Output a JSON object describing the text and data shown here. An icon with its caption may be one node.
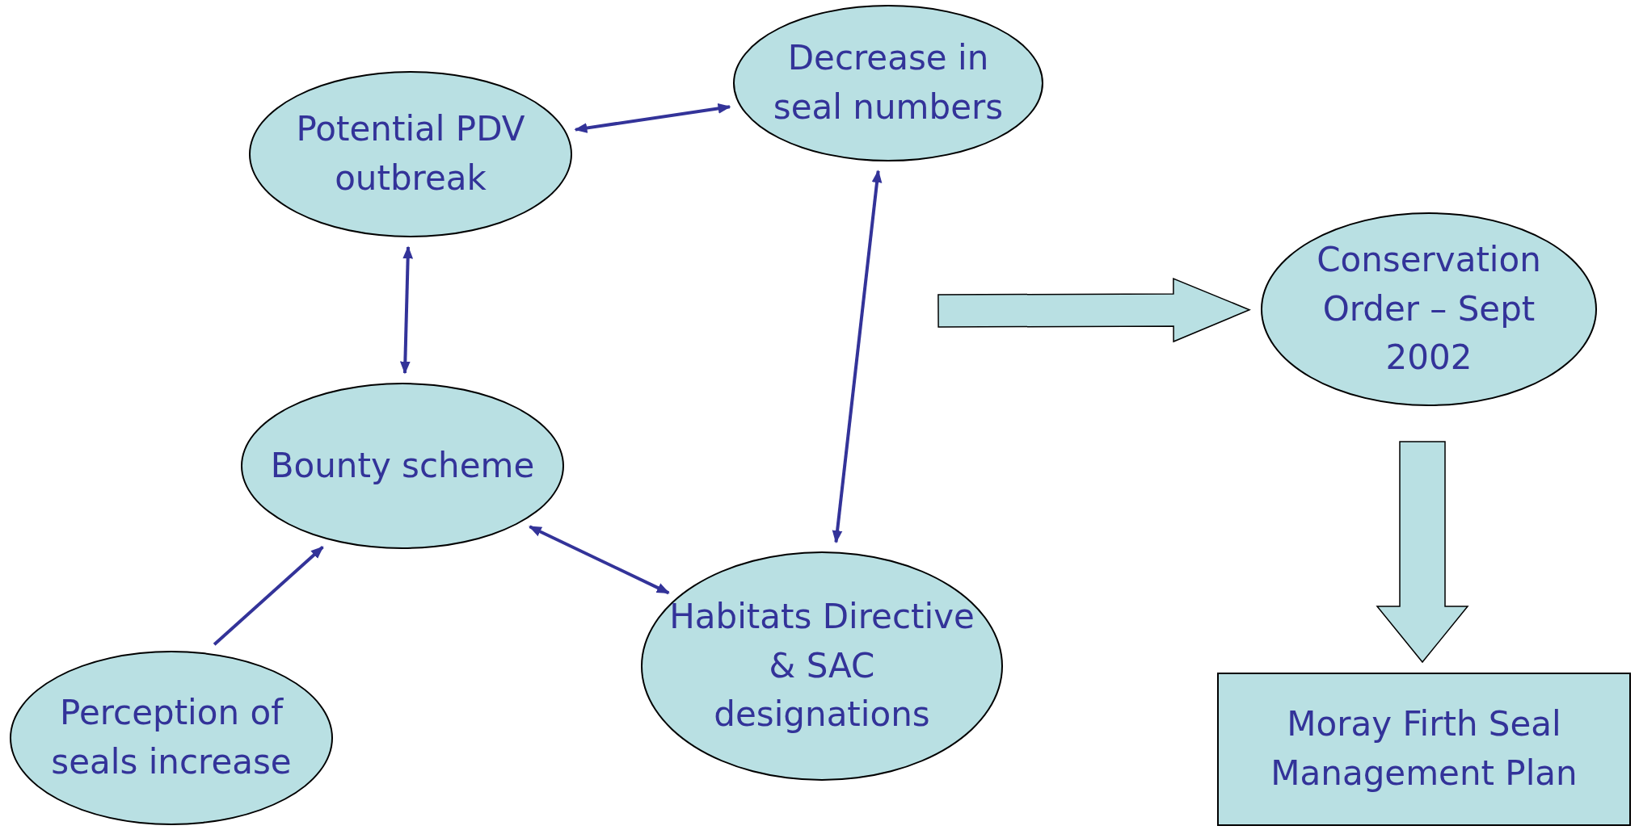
{
  "diagram": {
    "nodes": [
      {
        "text": [
          "Potential PDV outbreak"
        ]
      },
      {
        "text": [
          "Decrease in seal numbers"
        ]
      },
      {
        "text": [
          "Bounty scheme"
        ]
      },
      {
        "text": [
          "Conservation Order – Sept 2002"
        ]
      },
      {
        "text": [
          "Habitats Directive & SAC designations"
        ]
      },
      {
        "text": [
          "Perception of seals increase"
        ]
      },
      {
        "text": [
          "Moray Firth Seal Management Plan"
        ]
      }
    ],
    "edges": [
      {
        "from": 0,
        "to": 1,
        "arrow": "both"
      },
      {
        "from": 0,
        "to": 2,
        "arrow": "both"
      },
      {
        "from": 1,
        "to": 4,
        "arrow": "both"
      },
      {
        "from": 2,
        "to": 4,
        "arrow": "both"
      },
      {
        "from": 5,
        "to": 2,
        "arrow": "to"
      },
      {
        "from": null,
        "to": 3,
        "arrow": "to",
        "style": "thick",
        "color": "#b9e0e3"
      },
      {
        "from": 3,
        "to": 6,
        "arrow": "to",
        "style": "thick",
        "color": "#b9e0e3"
      }
    ]
  }
}
